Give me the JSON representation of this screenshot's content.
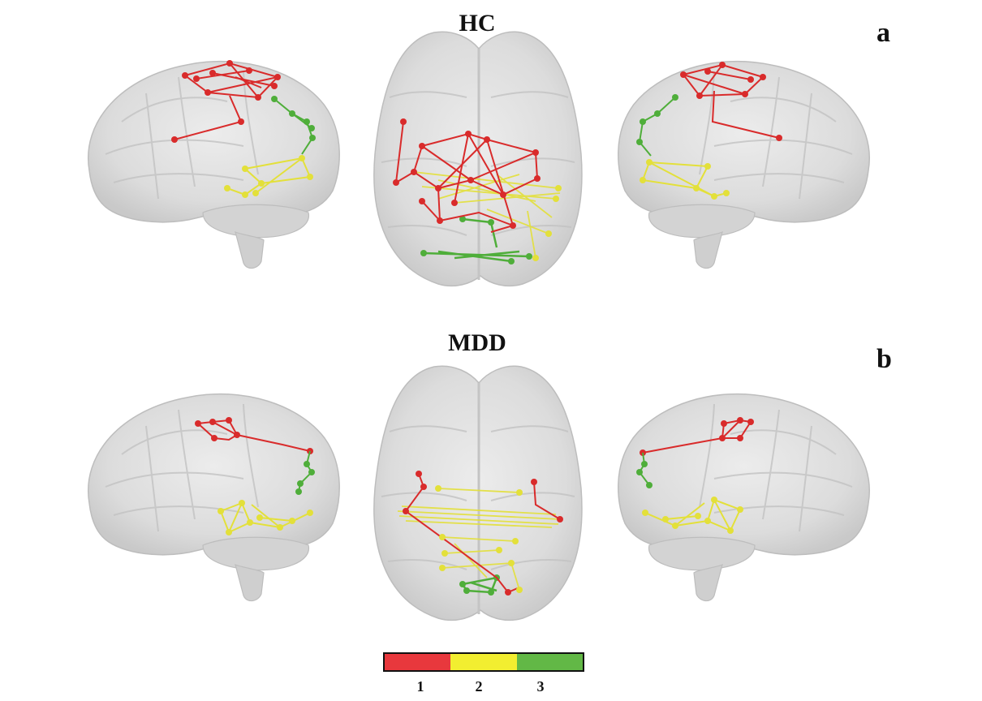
{
  "figure": {
    "rows": [
      {
        "title": "HC",
        "panel": "a"
      },
      {
        "title": "MDD",
        "panel": "b"
      }
    ]
  },
  "legend": {
    "items": [
      {
        "label": "1",
        "color": "#e8383d"
      },
      {
        "label": "2",
        "color": "#f2ee30"
      },
      {
        "label": "3",
        "color": "#62b846"
      }
    ]
  },
  "colors": {
    "module1": "#d92b2b",
    "module2": "#e3e03a",
    "module3": "#4fae3a",
    "brain_fill": "#d9d9d9",
    "brain_stroke": "#bdbdbd"
  }
}
